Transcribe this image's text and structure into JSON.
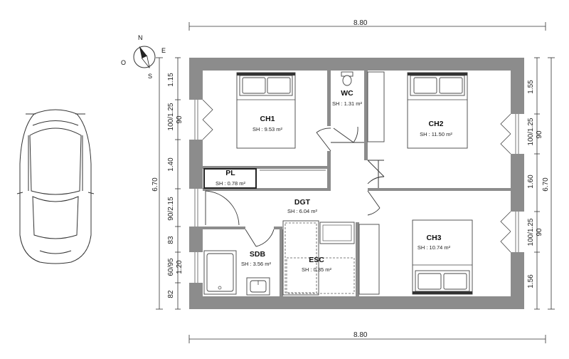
{
  "compass": {
    "n": "N",
    "e": "E",
    "s": "S",
    "o": "O"
  },
  "dimensions": {
    "top_total": "8.80",
    "bottom_total": "8.80",
    "left_total": "6.70",
    "right_total": "6.70",
    "left": [
      "1.15",
      "100/1.25",
      "90",
      "1.40",
      "90/2.15",
      "83",
      "60/95",
      "1.20",
      "82"
    ],
    "right": [
      "1.55",
      "100/1.25",
      "90",
      "1.60",
      "100/1.25",
      "90",
      "1.56"
    ]
  },
  "rooms": {
    "ch1": {
      "name": "CH1",
      "area": "SH : 9.53 m²"
    },
    "wc": {
      "name": "WC",
      "area": "SH : 1.31 m²"
    },
    "ch2": {
      "name": "CH2",
      "area": "SH : 11.50 m²"
    },
    "pl": {
      "name": "PL",
      "area": "SH : 0.78 m²"
    },
    "dgt": {
      "name": "DGT",
      "area": "SH : 6.04 m²"
    },
    "sdb": {
      "name": "SDB",
      "area": "SH : 3.56 m²"
    },
    "esc": {
      "name": "ESC",
      "area": "SH : 0.35 m²"
    },
    "ch3": {
      "name": "CH3",
      "area": "SH : 10.74 m²"
    }
  },
  "icons": [
    "compass-icon",
    "car-icon",
    "bed-icon",
    "toilet-icon",
    "shower-icon",
    "sink-icon",
    "door-swing-icon",
    "window-icon",
    "stairs-icon"
  ],
  "colors": {
    "wall": "#8c8c8c",
    "line": "#333333"
  }
}
